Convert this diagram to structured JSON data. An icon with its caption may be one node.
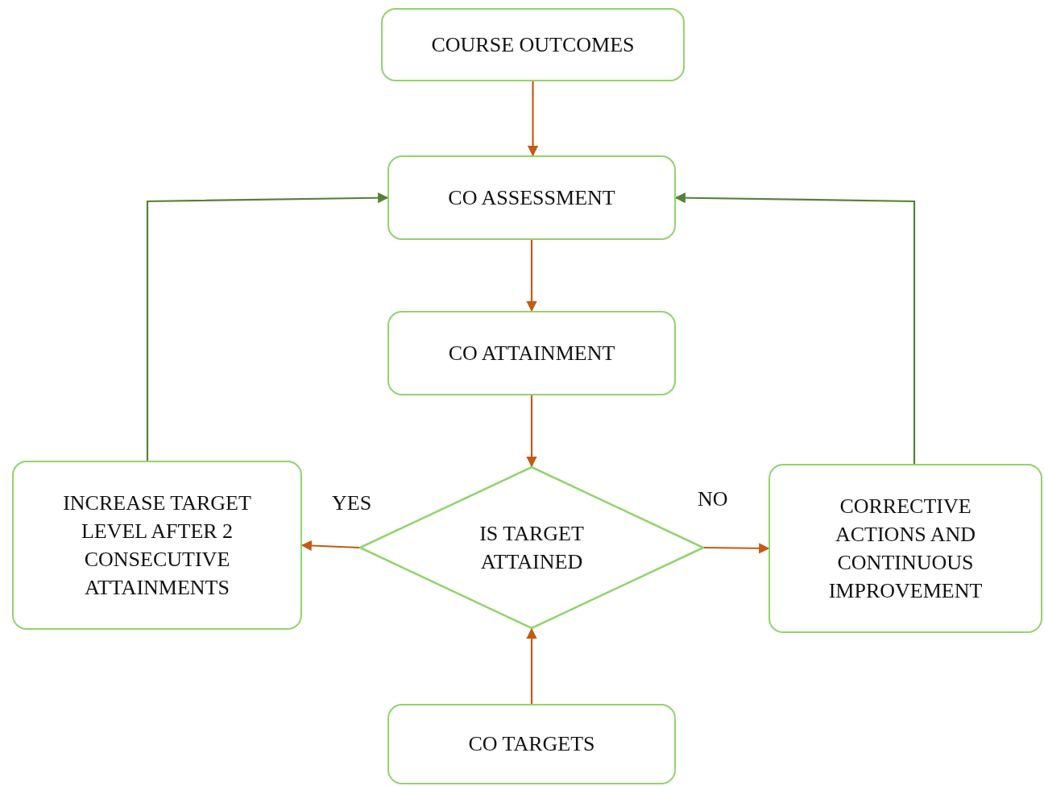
{
  "diagram": {
    "nodes": [
      {
        "text": [
          "COURSE OUTCOMES"
        ]
      },
      {
        "text": [
          "CO ASSESSMENT"
        ]
      },
      {
        "text": [
          "CO ATTAINMENT"
        ]
      },
      {
        "text": [
          "IS TARGET ATTAINED"
        ]
      },
      {
        "text": [
          "INCREASE TARGET LEVEL AFTER 2 CONSECUTIVE ATTAINMENTS"
        ]
      },
      {
        "text": [
          "CORRECTIVE ACTIONS AND CONTINUOUS IMPROVEMENT"
        ]
      },
      {
        "text": [
          "CO TARGETS"
        ]
      }
    ],
    "edges": [
      {
        "from": 0,
        "to": 1,
        "arrow": "to"
      },
      {
        "from": 1,
        "to": 2,
        "arrow": "to"
      },
      {
        "from": 2,
        "to": 3,
        "arrow": "to"
      },
      {
        "from": 3,
        "to": 4,
        "arrow": "to",
        "label": "YES"
      },
      {
        "from": 3,
        "to": 5,
        "arrow": "to",
        "label": "NO"
      },
      {
        "from": 6,
        "to": 3,
        "arrow": "to"
      },
      {
        "from": 4,
        "to": 1,
        "arrow": "to",
        "color": "#548235"
      },
      {
        "from": 5,
        "to": 1,
        "arrow": "to",
        "color": "#548235"
      }
    ]
  }
}
